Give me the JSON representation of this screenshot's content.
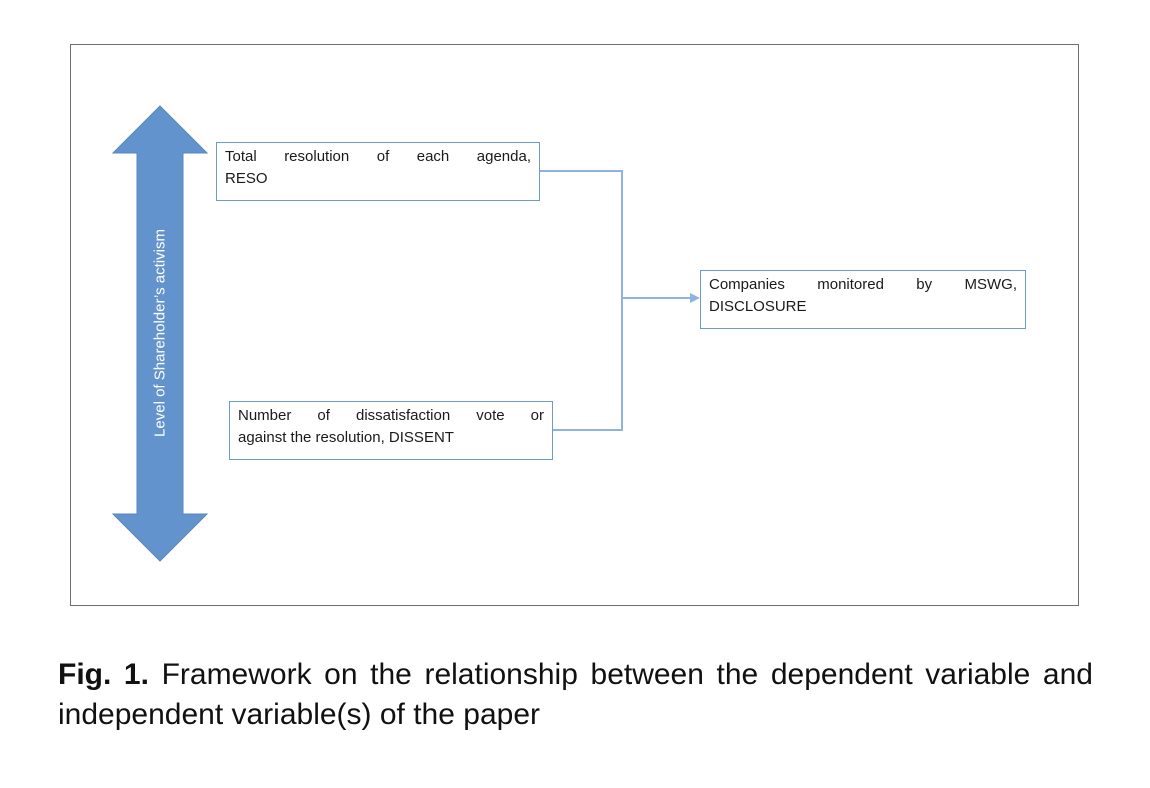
{
  "colors": {
    "arrow_fill": "#6393cc",
    "box_border": "#6b9bd1",
    "connector": "#8fb3df",
    "frame_border": "#6f6f6f"
  },
  "diagram": {
    "axis_label": "Level of Shareholder’s activism",
    "reso_box": {
      "line1": "Total resolution of each agenda,",
      "line2": "RESO"
    },
    "dissent_box": {
      "line1": "Number of dissatisfaction vote or",
      "line2": "against the resolution, DISSENT"
    },
    "disclosure_box": {
      "line1": "Companies monitored by MSWG,",
      "line2": "DISCLOSURE"
    }
  },
  "caption": {
    "fig_label": "Fig. 1.",
    "text": "Framework on the relationship between the dependent variable and independent variable(s) of the paper"
  }
}
